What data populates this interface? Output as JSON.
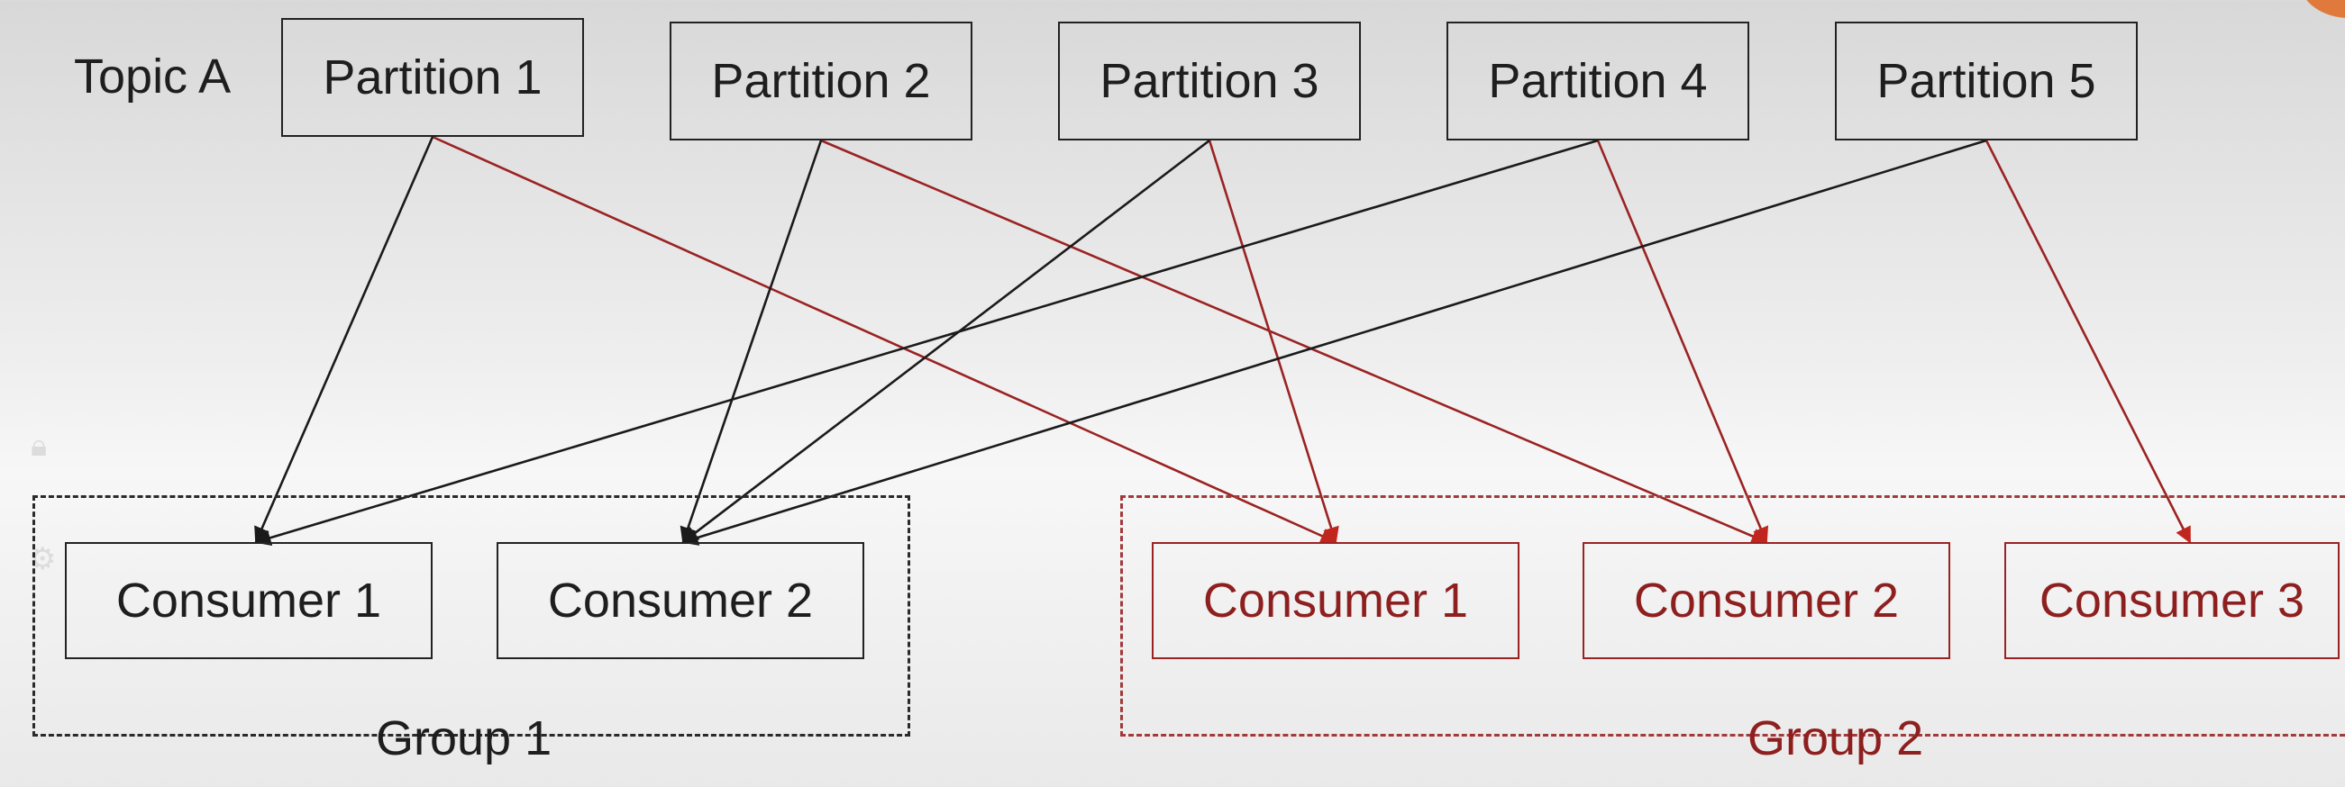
{
  "topic": {
    "label": "Topic A"
  },
  "partitions": [
    {
      "label": "Partition 1"
    },
    {
      "label": "Partition 2"
    },
    {
      "label": "Partition 3"
    },
    {
      "label": "Partition 4"
    },
    {
      "label": "Partition 5"
    }
  ],
  "group1": {
    "label": "Group 1",
    "consumers": [
      {
        "label": "Consumer 1"
      },
      {
        "label": "Consumer 2"
      }
    ]
  },
  "group2": {
    "label": "Group 2",
    "consumers": [
      {
        "label": "Consumer 1"
      },
      {
        "label": "Consumer 2"
      },
      {
        "label": "Consumer 3"
      }
    ]
  },
  "assignments": {
    "group1": [
      {
        "partition": 1,
        "consumer": 1
      },
      {
        "partition": 2,
        "consumer": 2
      },
      {
        "partition": 3,
        "consumer": 2
      },
      {
        "partition": 4,
        "consumer": 1
      },
      {
        "partition": 5,
        "consumer": 2
      }
    ],
    "group2": [
      {
        "partition": 1,
        "consumer": 1
      },
      {
        "partition": 2,
        "consumer": 2
      },
      {
        "partition": 3,
        "consumer": 1
      },
      {
        "partition": 4,
        "consumer": 2
      },
      {
        "partition": 5,
        "consumer": 3
      }
    ]
  },
  "colors": {
    "group1": "#1a1a1a",
    "group2": "#9b2222",
    "accent": "#e07a3c"
  },
  "icons": [
    "lock-icon",
    "settings-icon"
  ]
}
